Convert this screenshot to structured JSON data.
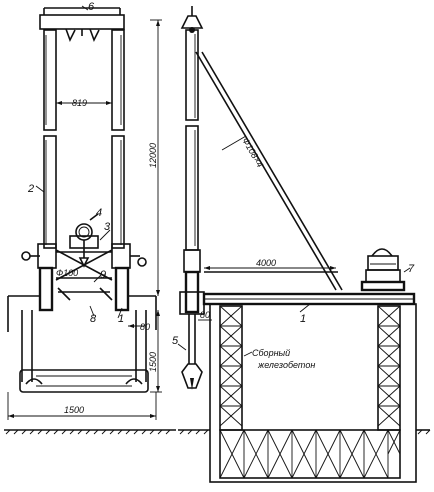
{
  "labels": {
    "l1a": "1",
    "l1b": "1",
    "l2": "2",
    "l3": "3",
    "l4": "4",
    "l5": "5",
    "l6": "6",
    "l7": "7",
    "l8": "8",
    "l9": "9"
  },
  "dimensions": {
    "width_top": "819",
    "height_total": "12000",
    "height_lower": "1500",
    "width_bottom": "1500",
    "offset_small": "80",
    "offset_right": "80",
    "brace_span": "4000",
    "pipe_diam": "Ф100",
    "brace_pipe": "Ф108×4"
  },
  "notes": {
    "concrete_line1": "Сборный",
    "concrete_line2": "железобетон"
  }
}
